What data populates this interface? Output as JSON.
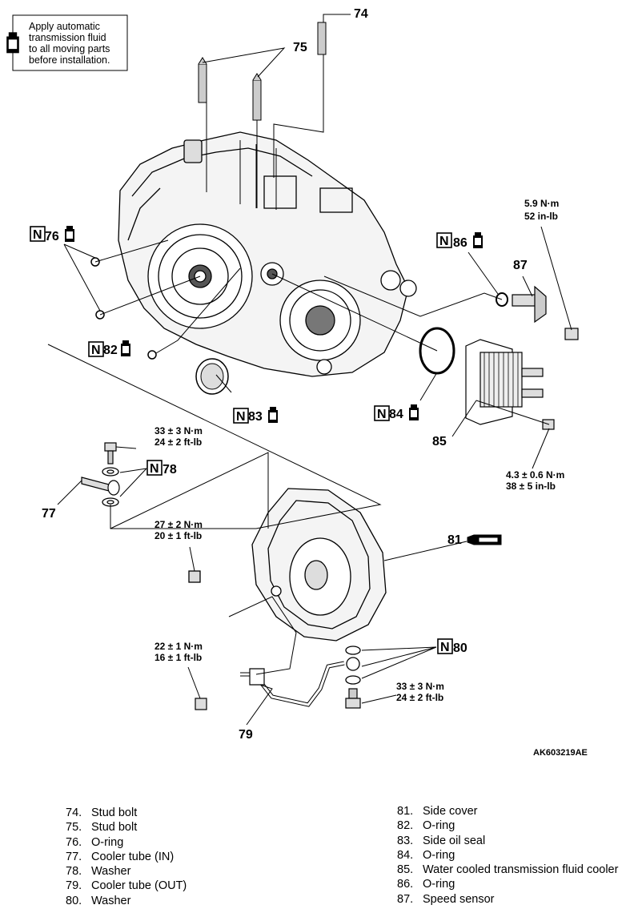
{
  "note": {
    "lines": [
      "Apply automatic",
      "transmission fluid",
      "to all moving parts",
      "before installation."
    ]
  },
  "callouts": {
    "c74": "74",
    "c75": "75",
    "c76": "76",
    "c77": "77",
    "c78": "78",
    "c79": "79",
    "c80": "80",
    "c81": "81",
    "c82": "82",
    "c83": "83",
    "c84": "84",
    "c85": "85",
    "c86": "86",
    "c87": "87",
    "new_marker": "N"
  },
  "torques": {
    "t87_a": "5.9 N·m",
    "t87_b": "52 in-lb",
    "t78_a": "33 ± 3 N·m",
    "t78_b": "24 ± 2 ft-lb",
    "t85_a": "4.3 ± 0.6 N·m",
    "t85_b": "38 ± 5 in-lb",
    "t81_a": "27 ± 2 N·m",
    "t81_b": "20 ± 1 ft-lb",
    "t79_a": "22 ± 1 N·m",
    "t79_b": "16 ± 1 ft-lb",
    "t80_a": "33 ± 3 N·m",
    "t80_b": "24 ± 2 ft-lb"
  },
  "reference_code": "AK603219AE",
  "legend_left": [
    {
      "num": "74.",
      "label": "Stud bolt"
    },
    {
      "num": "75.",
      "label": "Stud bolt"
    },
    {
      "num": "76.",
      "label": "O-ring"
    },
    {
      "num": "77.",
      "label": "Cooler tube (IN)"
    },
    {
      "num": "78.",
      "label": "Washer"
    },
    {
      "num": "79.",
      "label": "Cooler tube (OUT)"
    },
    {
      "num": "80.",
      "label": "Washer"
    }
  ],
  "legend_right": [
    {
      "num": "81.",
      "label": "Side cover"
    },
    {
      "num": "82.",
      "label": "O-ring"
    },
    {
      "num": "83.",
      "label": "Side oil seal"
    },
    {
      "num": "84.",
      "label": "O-ring"
    },
    {
      "num": "85.",
      "label": "Water cooled transmission fluid cooler"
    },
    {
      "num": "86.",
      "label": "O-ring"
    },
    {
      "num": "87.",
      "label": "Speed sensor"
    }
  ]
}
